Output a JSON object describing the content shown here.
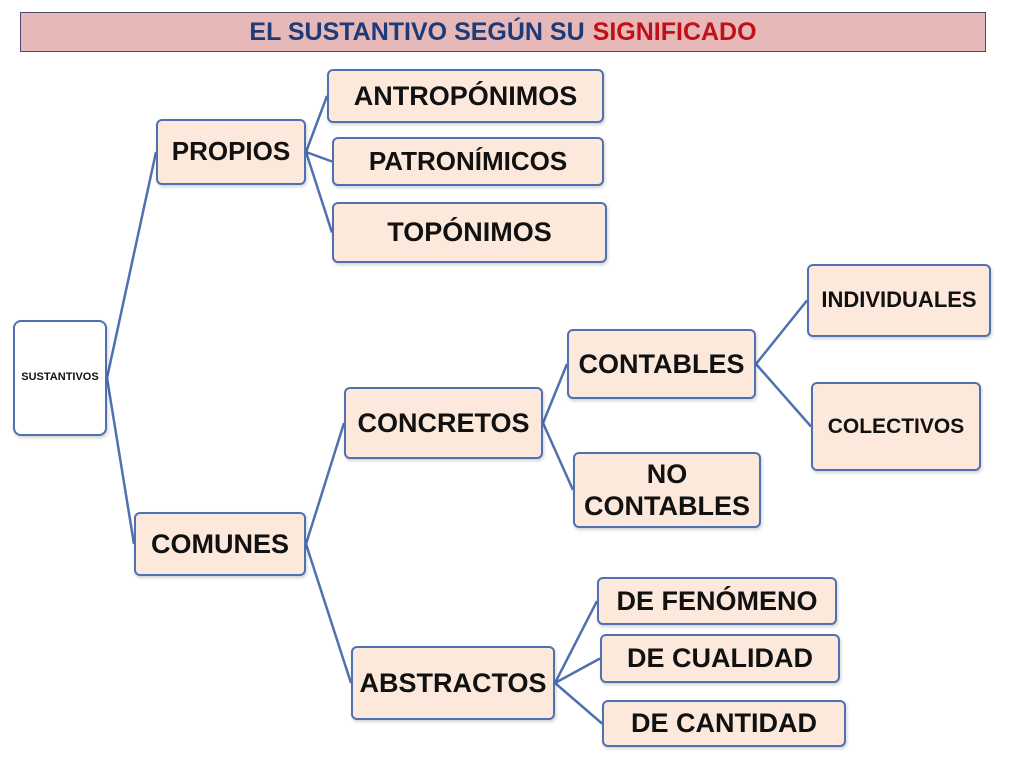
{
  "title": {
    "main": "EL SUSTANTIVO SEGÚN SU",
    "accent": "SIGNIFICADO"
  },
  "colors": {
    "title_bg": "#e6b8b8",
    "title_main": "#1f3a78",
    "title_accent": "#c0101a",
    "node_fill": "#fce9dc",
    "node_border": "#4f71b0",
    "connector": "#4f71b0"
  },
  "nodes": {
    "sustantivos": "SUSTANTIVOS",
    "propios": "PROPIOS",
    "antroponimos": "ANTROPÓNIMOS",
    "patronimicos": "PATRONÍMICOS",
    "toponimos": "TOPÓNIMOS",
    "comunes": "COMUNES",
    "concretos": "CONCRETOS",
    "contables": "CONTABLES",
    "no_contables": "NO CONTABLES",
    "individuales": "INDIVIDUALES",
    "colectivos": "COLECTIVOS",
    "abstractos": "ABSTRACTOS",
    "de_fenomeno": "DE FENÓMENO",
    "de_cualidad": "DE CUALIDAD",
    "de_cantidad": "DE CANTIDAD"
  },
  "edges": [
    [
      "sustantivos",
      "propios"
    ],
    [
      "sustantivos",
      "comunes"
    ],
    [
      "propios",
      "antroponimos"
    ],
    [
      "propios",
      "patronimicos"
    ],
    [
      "propios",
      "toponimos"
    ],
    [
      "comunes",
      "concretos"
    ],
    [
      "comunes",
      "abstractos"
    ],
    [
      "concretos",
      "contables"
    ],
    [
      "concretos",
      "no_contables"
    ],
    [
      "contables",
      "individuales"
    ],
    [
      "contables",
      "colectivos"
    ],
    [
      "abstractos",
      "de_fenomeno"
    ],
    [
      "abstractos",
      "de_cualidad"
    ],
    [
      "abstractos",
      "de_cantidad"
    ]
  ]
}
